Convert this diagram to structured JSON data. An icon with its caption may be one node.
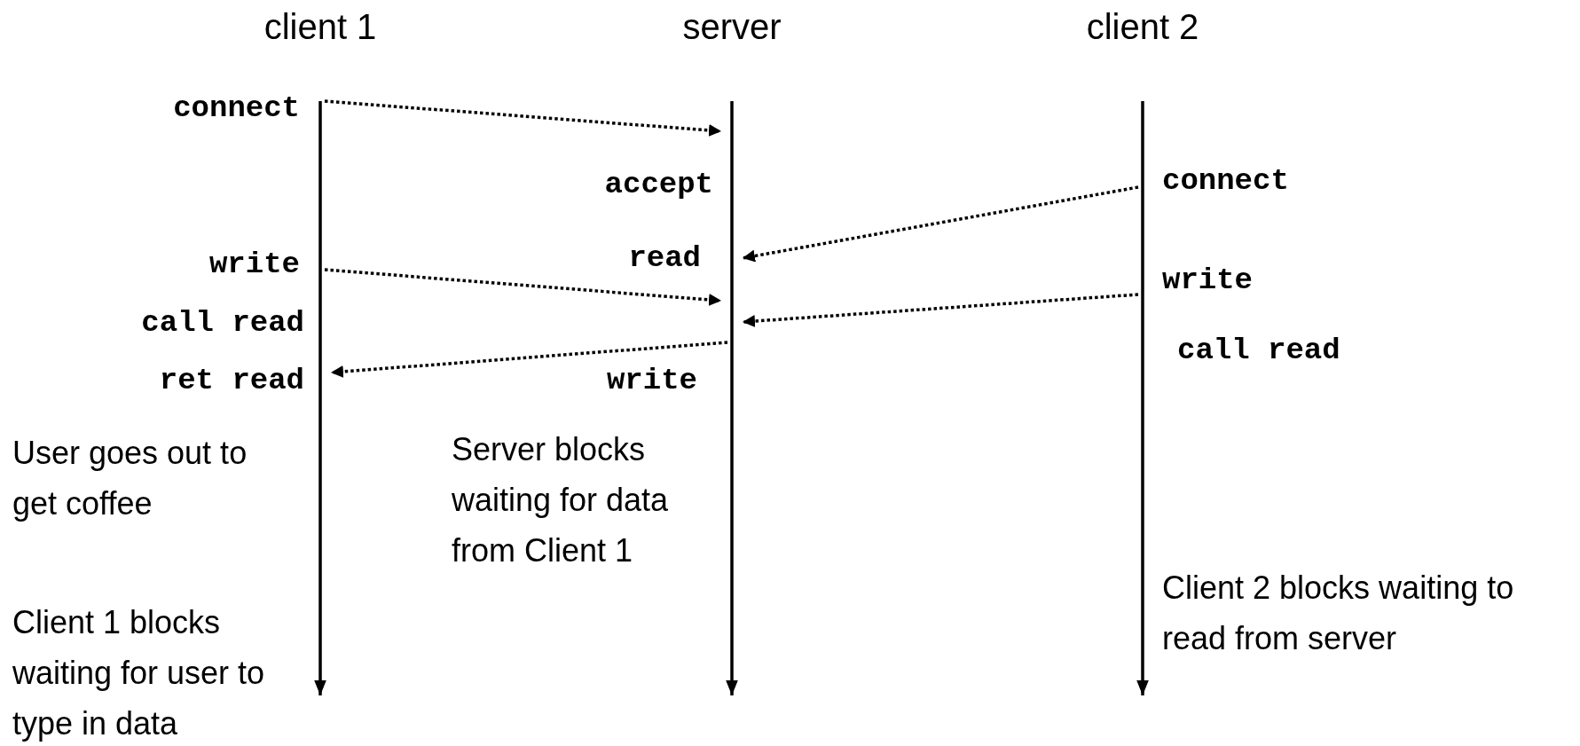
{
  "diagram": {
    "nodes": [
      {
        "text": [
          "client 1"
        ],
        "beside": [
          "connect",
          "write",
          "call read",
          "ret read",
          "User goes out to get coffee",
          "Client 1 blocks waiting for user to type in data"
        ]
      },
      {
        "text": [
          "server"
        ],
        "beside": [
          "accept",
          "read",
          "write",
          "Server blocks waiting for data from Client 1"
        ]
      },
      {
        "text": [
          "client 2"
        ],
        "beside": [
          "connect",
          "write",
          "call read",
          "Client 2 blocks waiting to read from server"
        ]
      }
    ],
    "edges": [
      {
        "from": 0,
        "to": 1,
        "arrow": "to",
        "style": "dashed"
      },
      {
        "from": 2,
        "to": 1,
        "arrow": "to",
        "style": "dashed"
      },
      {
        "from": 0,
        "to": 1,
        "arrow": "to",
        "style": "dashed"
      },
      {
        "from": 2,
        "to": 1,
        "arrow": "to",
        "style": "dashed"
      },
      {
        "from": 1,
        "to": 0,
        "arrow": "to",
        "style": "dashed"
      }
    ]
  }
}
